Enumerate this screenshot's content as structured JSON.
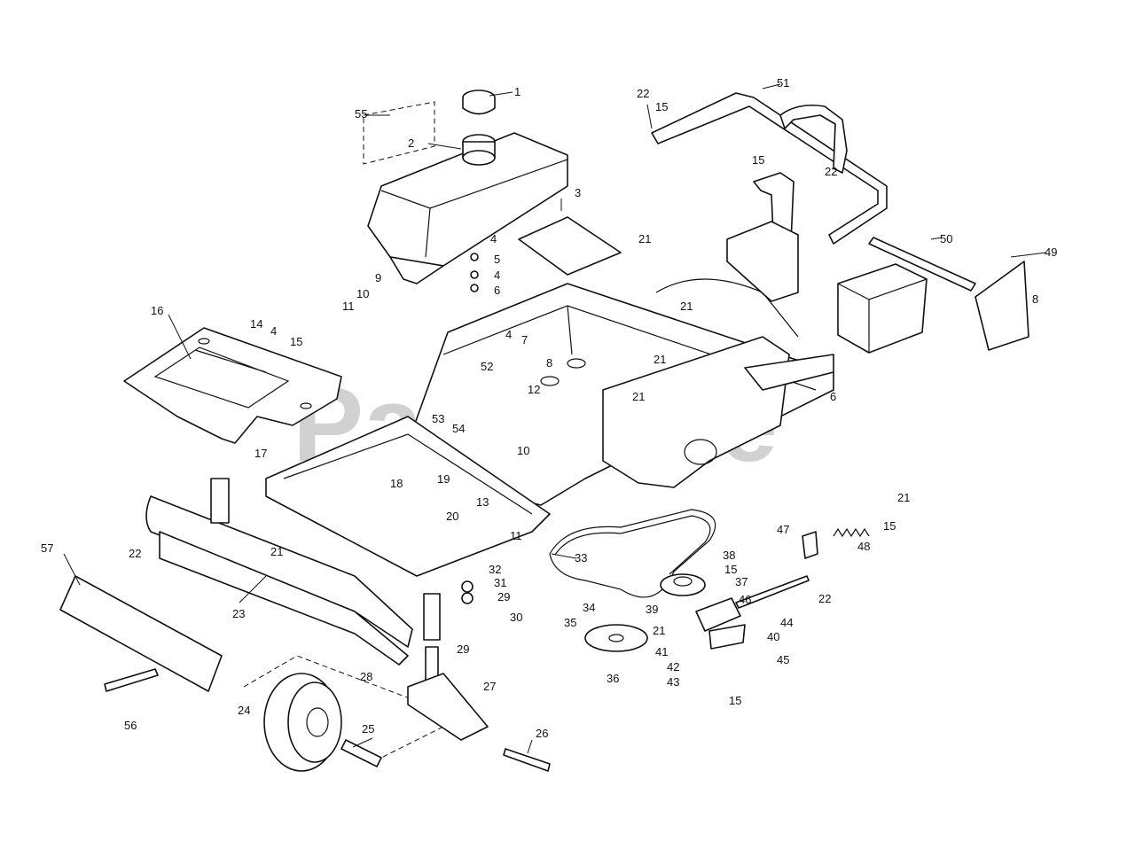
{
  "watermark": "PartsTree",
  "callouts": [
    {
      "id": "c1",
      "label": "1"
    },
    {
      "id": "c2",
      "label": "2"
    },
    {
      "id": "c3",
      "label": "3"
    },
    {
      "id": "c4a",
      "label": "4"
    },
    {
      "id": "c5",
      "label": "5"
    },
    {
      "id": "c4b",
      "label": "4"
    },
    {
      "id": "c6a",
      "label": "6"
    },
    {
      "id": "c9",
      "label": "9"
    },
    {
      "id": "c10a",
      "label": "10"
    },
    {
      "id": "c11a",
      "label": "11"
    },
    {
      "id": "c16",
      "label": "16"
    },
    {
      "id": "c14",
      "label": "14"
    },
    {
      "id": "c4c",
      "label": "4"
    },
    {
      "id": "c15a",
      "label": "15"
    },
    {
      "id": "c17",
      "label": "17"
    },
    {
      "id": "c55",
      "label": "55"
    },
    {
      "id": "c22a",
      "label": "22"
    },
    {
      "id": "c15b",
      "label": "15"
    },
    {
      "id": "c51",
      "label": "51"
    },
    {
      "id": "c15c",
      "label": "15"
    },
    {
      "id": "c22b",
      "label": "22"
    },
    {
      "id": "c21a",
      "label": "21"
    },
    {
      "id": "c50",
      "label": "50"
    },
    {
      "id": "c49",
      "label": "49"
    },
    {
      "id": "c8a",
      "label": "8"
    },
    {
      "id": "c21b",
      "label": "21"
    },
    {
      "id": "c4d",
      "label": "4"
    },
    {
      "id": "c7",
      "label": "7"
    },
    {
      "id": "c8b",
      "label": "8"
    },
    {
      "id": "c21c",
      "label": "21"
    },
    {
      "id": "c6b",
      "label": "6"
    },
    {
      "id": "c52",
      "label": "52"
    },
    {
      "id": "c12",
      "label": "12"
    },
    {
      "id": "c53",
      "label": "53"
    },
    {
      "id": "c54",
      "label": "54"
    },
    {
      "id": "c21d",
      "label": "21"
    },
    {
      "id": "c10b",
      "label": "10"
    },
    {
      "id": "c19",
      "label": "19"
    },
    {
      "id": "c13",
      "label": "13"
    },
    {
      "id": "c11b",
      "label": "11"
    },
    {
      "id": "c18",
      "label": "18"
    },
    {
      "id": "c20",
      "label": "20"
    },
    {
      "id": "c21e",
      "label": "21"
    },
    {
      "id": "c15d",
      "label": "15"
    },
    {
      "id": "c47",
      "label": "47"
    },
    {
      "id": "c48",
      "label": "48"
    },
    {
      "id": "c22c",
      "label": "22"
    },
    {
      "id": "c57",
      "label": "57"
    },
    {
      "id": "c22d",
      "label": "22"
    },
    {
      "id": "c21f",
      "label": "21"
    },
    {
      "id": "c23",
      "label": "23"
    },
    {
      "id": "c33",
      "label": "33"
    },
    {
      "id": "c38",
      "label": "38"
    },
    {
      "id": "c15e",
      "label": "15"
    },
    {
      "id": "c37",
      "label": "37"
    },
    {
      "id": "c32",
      "label": "32"
    },
    {
      "id": "c31",
      "label": "31"
    },
    {
      "id": "c29a",
      "label": "29"
    },
    {
      "id": "c30",
      "label": "30"
    },
    {
      "id": "c34",
      "label": "34"
    },
    {
      "id": "c39",
      "label": "39"
    },
    {
      "id": "c46",
      "label": "46"
    },
    {
      "id": "c44",
      "label": "44"
    },
    {
      "id": "c35",
      "label": "35"
    },
    {
      "id": "c21g",
      "label": "21"
    },
    {
      "id": "c40",
      "label": "40"
    },
    {
      "id": "c29b",
      "label": "29"
    },
    {
      "id": "c41",
      "label": "41"
    },
    {
      "id": "c45",
      "label": "45"
    },
    {
      "id": "c42",
      "label": "42"
    },
    {
      "id": "c36",
      "label": "36"
    },
    {
      "id": "c43",
      "label": "43"
    },
    {
      "id": "c15f",
      "label": "15"
    },
    {
      "id": "c28",
      "label": "28"
    },
    {
      "id": "c27",
      "label": "27"
    },
    {
      "id": "c24",
      "label": "24"
    },
    {
      "id": "c56",
      "label": "56"
    },
    {
      "id": "c25",
      "label": "25"
    },
    {
      "id": "c26",
      "label": "26"
    }
  ]
}
